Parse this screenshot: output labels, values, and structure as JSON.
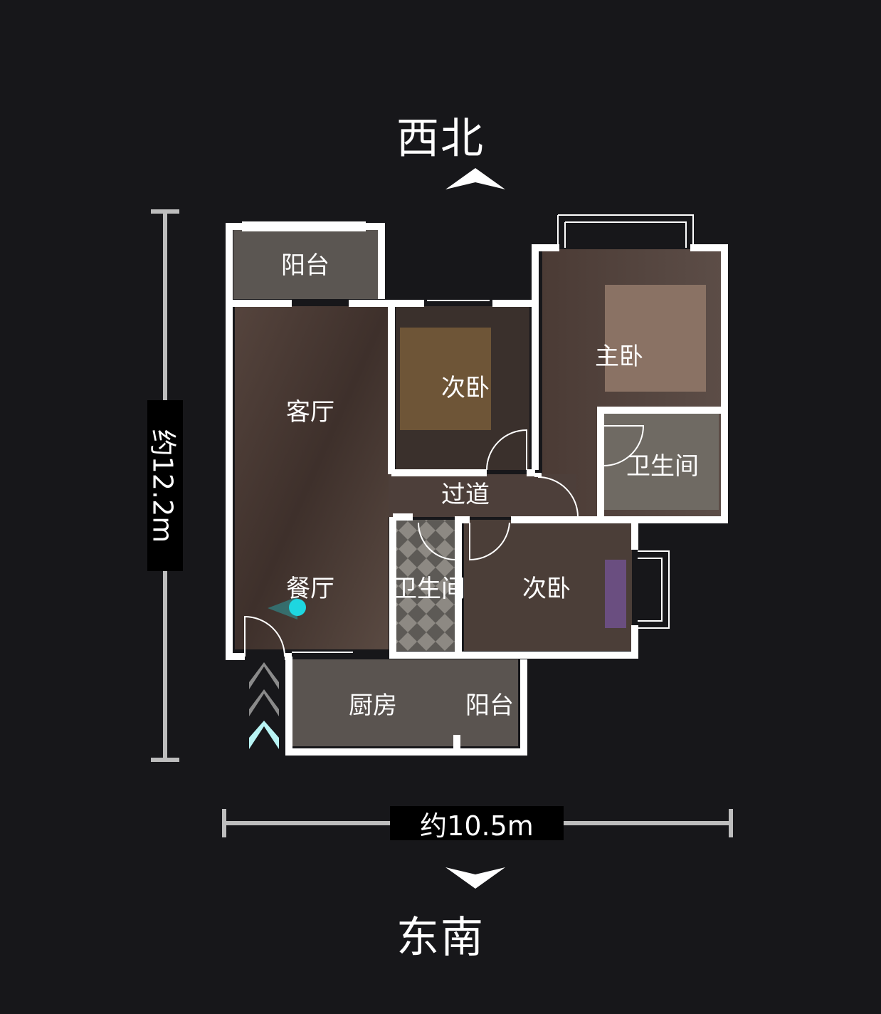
{
  "orientation": {
    "top_label": "西北",
    "bottom_label": "东南"
  },
  "dimensions": {
    "height_label": "约12.2m",
    "width_label": "约10.5m"
  },
  "rooms": {
    "balcony_top": "阳台",
    "living_room": "客厅",
    "second_bedroom_top": "次卧",
    "master_bedroom": "主卧",
    "bathroom_right": "卫生间",
    "corridor": "过道",
    "dining_room": "餐厅",
    "bathroom_middle": "卫生间",
    "second_bedroom_bottom": "次卧",
    "kitchen": "厨房",
    "balcony_bottom": "阳台"
  },
  "colors": {
    "background": "#17171a",
    "wall": "#ffffff",
    "floor": "#4a3a34",
    "position_dot": "#1ed6e0",
    "entry_arrow_active": "#b8f4f4",
    "entry_arrow_inactive": "#8a8a8a"
  },
  "icons": {
    "north_indicator": "chevron-up-icon",
    "south_indicator": "chevron-down-icon",
    "entry_indicator": "entry-arrows-icon",
    "current_position": "location-dot-icon"
  }
}
